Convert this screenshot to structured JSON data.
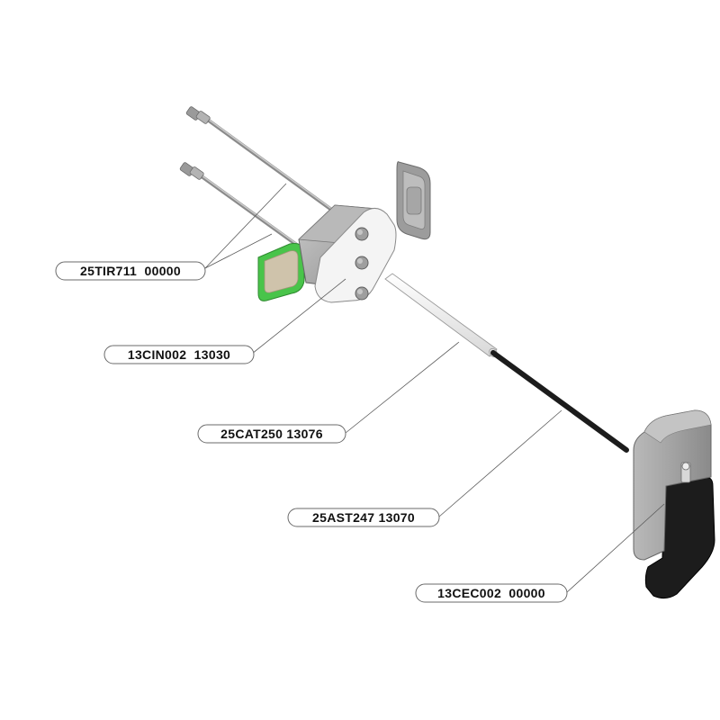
{
  "parts": [
    {
      "id": "tie-rods",
      "code": "25TIR711  00000"
    },
    {
      "id": "clamp-body",
      "code": "13CIN002  13030"
    },
    {
      "id": "cable-sheath",
      "code": "25CAT250 13076"
    },
    {
      "id": "cable-rod",
      "code": "25AST247 13070"
    },
    {
      "id": "lever-housing",
      "code": "13CEC002  00000"
    }
  ],
  "colors": {
    "metal": "#a8a8a8",
    "metal_dark": "#7c7c7c",
    "body_white": "#f4f4f4",
    "green_accent": "#49c44a",
    "pad_beige": "#cfc3ab",
    "black": "#1c1c1c"
  }
}
